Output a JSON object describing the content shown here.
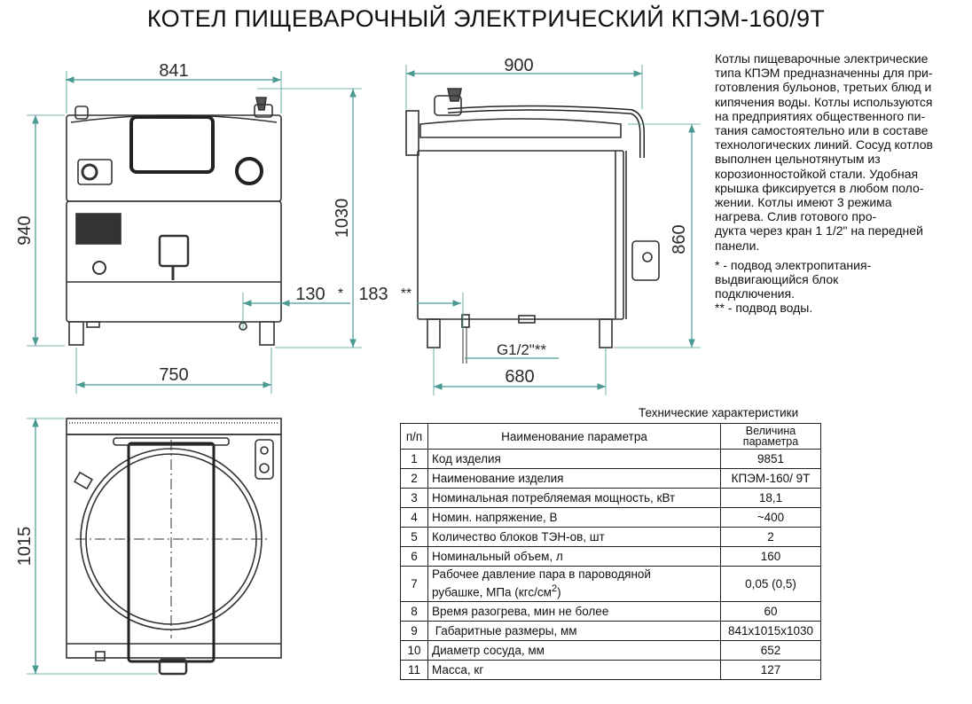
{
  "title": "КОТЕЛ ПИЩЕВАРОЧНЫЙ ЭЛЕКТРИЧЕСКИЙ КПЭМ-160/9Т",
  "description": {
    "lines": [
      "Котлы пищеварочные электрические",
      "типа КПЭМ предназначенны для при-",
      "готовления бульонов, третьих блюд и",
      "кипячения воды. Котлы используются",
      "на предприятиях общественного пи-",
      "тания самостоятельно или в составе",
      "технологических линий. Сосуд котлов",
      "выполнен цельнотянутым из",
      "корозионностойкой стали. Удобная",
      "крышка фиксируется в любом поло-",
      "жении. Котлы имеют 3 режима",
      "нагрева. Слив готового про-",
      "дукта через кран 1 1/2\" на передней",
      "панели."
    ],
    "note1_lines": [
      "* - подвод электропитания-",
      "выдвигающийся блок",
      "подключения."
    ],
    "note2": "** - подвод воды."
  },
  "dimensions": {
    "front_width": "841",
    "front_height": "940",
    "front_total_height": "1030",
    "front_base_width": "750",
    "side_depth": "900",
    "side_height": "860",
    "side_base": "680",
    "power_offset": "130",
    "power_mark": "*",
    "water_offset": "183",
    "water_mark": "**",
    "water_pipe": "G1/2\"**",
    "top_depth": "1015"
  },
  "specs": {
    "caption": "Технические характеристики",
    "headers": {
      "num": "п/п",
      "name": "Наименование параметра",
      "value_line1": "Величина",
      "value_line2": "параметра"
    },
    "rows": [
      {
        "n": "1",
        "name": "Код изделия",
        "value": "9851"
      },
      {
        "n": "2",
        "name": "Наименование изделия",
        "value": "КПЭМ-160/ 9Т"
      },
      {
        "n": "3",
        "name": "Номинальная потребляемая мощность, кВт",
        "value": "18,1"
      },
      {
        "n": "4",
        "name": "Номин. напряжение, В",
        "value": "~400"
      },
      {
        "n": "5",
        "name": "Количество блоков ТЭН-ов, шт",
        "value": "2"
      },
      {
        "n": "6",
        "name": "Номинальный объем, л",
        "value": "160"
      },
      {
        "n": "7",
        "name_line1": "Рабочее давление пара в пароводяной",
        "name_line2": "рубашке, МПа (кгс/см",
        "name_sup": "2",
        "name_close": ")",
        "value": "0,05 (0,5)"
      },
      {
        "n": "8",
        "name": "Время разогрева, мин не более",
        "value": "60"
      },
      {
        "n": "9",
        "name": " Габаритные размеры, мм",
        "value": "841x1015x1030"
      },
      {
        "n": "10",
        "name": "Диаметр сосуда, мм",
        "value": "652"
      },
      {
        "n": "11",
        "name": "Масса, кг",
        "value": "127"
      }
    ]
  }
}
